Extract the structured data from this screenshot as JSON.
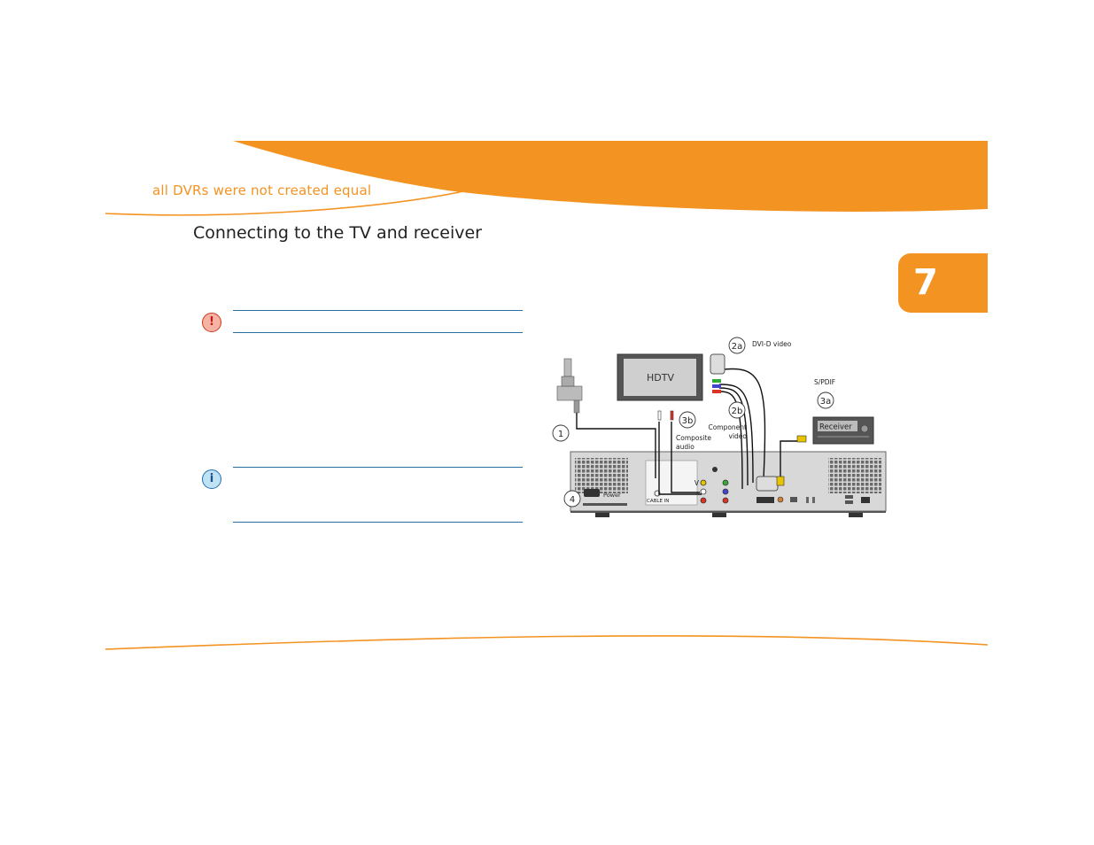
{
  "header": {
    "running_title": "all DVRs were not created equal"
  },
  "section": {
    "title": "Connecting to the TV and receiver"
  },
  "chapter": {
    "number": "7"
  },
  "notes": {
    "warning_symbol": "!",
    "info_symbol": "i"
  },
  "diagram": {
    "hdtv_label": "HDTV",
    "receiver_label": "Receiver",
    "callouts": [
      "1",
      "2a",
      "2b",
      "3a",
      "3b",
      "4"
    ],
    "captions": {
      "dvi": "DVI-D video",
      "spdif": "S/PDIF",
      "component_line1": "Component",
      "component_line2": "video",
      "composite_line1": "Composite",
      "composite_line2": "audio",
      "power": "Power",
      "cable_in": "CABLE IN",
      "v_port": "V"
    }
  },
  "colors": {
    "accent_orange": "#f39322",
    "rule_blue": "#2a6fa0"
  }
}
